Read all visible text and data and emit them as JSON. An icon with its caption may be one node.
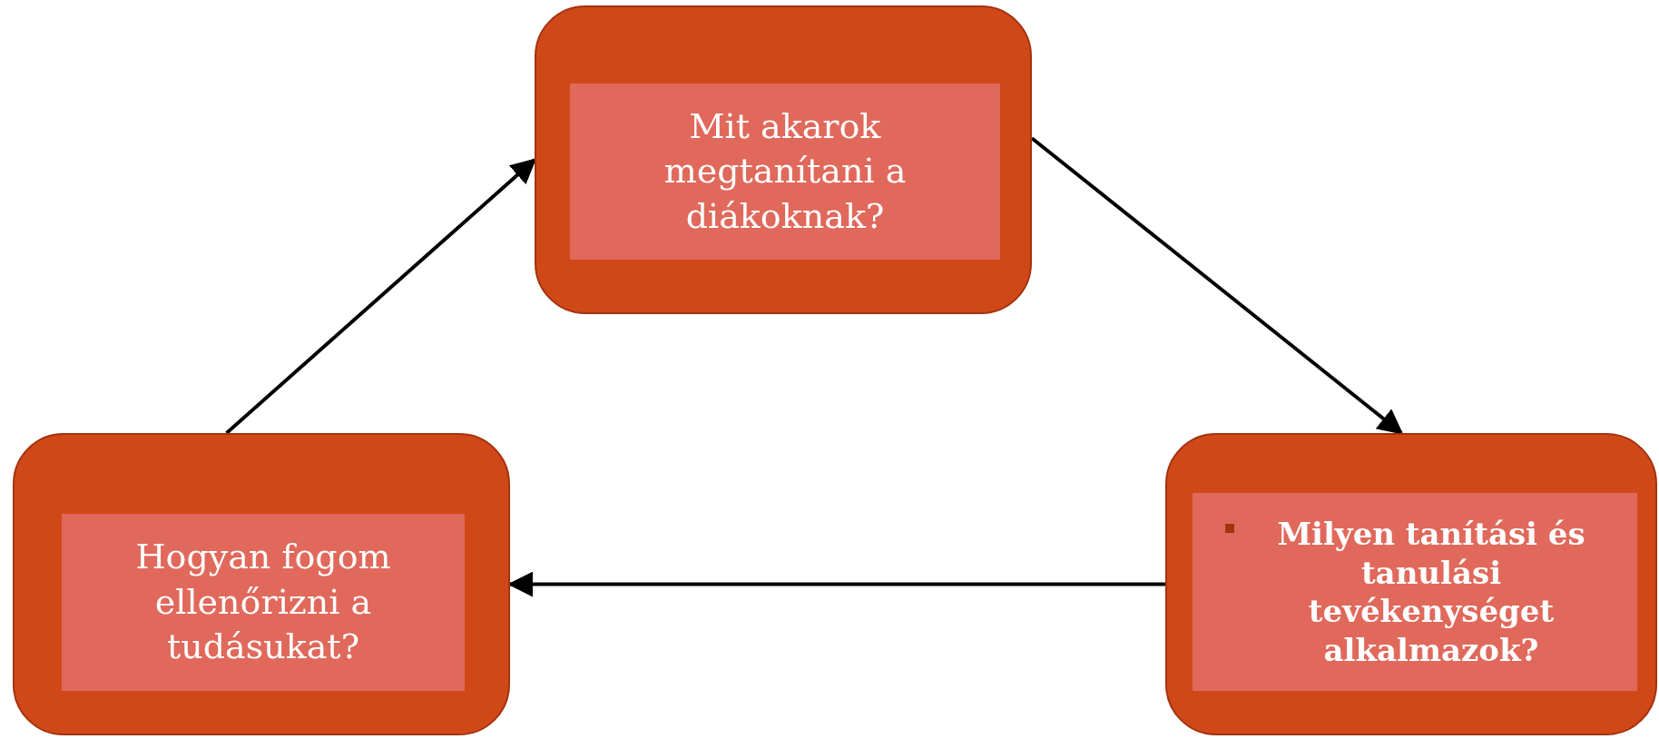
{
  "diagram": {
    "nodes": [
      {
        "text": [
          "Mit akarok megtanítani a diákoknak?"
        ]
      },
      {
        "text": [
          "Milyen tanítási és tanulási tevékenységet alkalmazok?"
        ]
      },
      {
        "text": [
          "Hogyan fogom ellenőrizni a tudásukat?"
        ]
      }
    ],
    "edges": [
      {
        "from": 0,
        "to": 1,
        "arrow": "to"
      },
      {
        "from": 1,
        "to": 2,
        "arrow": "to"
      },
      {
        "from": 2,
        "to": 0,
        "arrow": "to"
      }
    ]
  }
}
